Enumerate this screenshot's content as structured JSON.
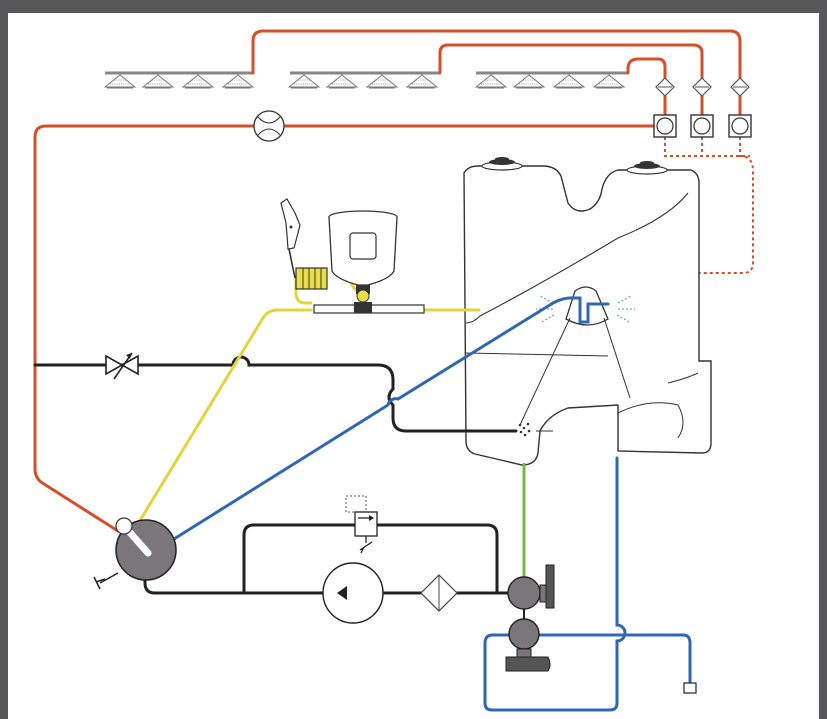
{
  "diagram": {
    "description_visible_text": "",
    "colors": {
      "frame_background": "#58585a",
      "canvas_background": "#ffffff",
      "pressure_line": "#d4502a",
      "return_line": "#222222",
      "chemical_line": "#e2d53c",
      "rinse_line": "#2f68b0",
      "bottom_valve_line": "#7ab648",
      "spray_mist": "#6fa8dc",
      "component_fill": "#7a7679",
      "additive_fill": "#e8df45"
    },
    "components": [
      {
        "id": "boom-section-1-nozzles",
        "icon": "nozzle-icon",
        "count": 4
      },
      {
        "id": "boom-section-2-nozzles",
        "icon": "nozzle-icon",
        "count": 4
      },
      {
        "id": "boom-section-3-nozzles",
        "icon": "nozzle-icon",
        "count": 4
      },
      {
        "id": "section-filters",
        "icon": "diamond-filter-icon",
        "count": 3
      },
      {
        "id": "section-valves",
        "icon": "section-valve-icon",
        "count": 3
      },
      {
        "id": "flow-meter",
        "icon": "flow-meter-icon"
      },
      {
        "id": "main-tank",
        "icon": "tank-icon"
      },
      {
        "id": "rinse-nozzle",
        "icon": "rinse-nozzle-icon"
      },
      {
        "id": "chemical-hopper",
        "icon": "hopper-icon"
      },
      {
        "id": "spray-gun",
        "icon": "spray-gun-icon"
      },
      {
        "id": "additive-canister",
        "icon": "canister-icon"
      },
      {
        "id": "agitator-valve",
        "icon": "globe-valve-icon"
      },
      {
        "id": "pressure-regulator",
        "icon": "regulator-icon"
      },
      {
        "id": "main-pump",
        "icon": "pump-icon"
      },
      {
        "id": "suction-filter",
        "icon": "diamond-filter-icon"
      },
      {
        "id": "relief-valve",
        "icon": "relief-valve-icon"
      },
      {
        "id": "suction-valve",
        "icon": "ball-valve-icon"
      },
      {
        "id": "drain-valve",
        "icon": "ball-valve-icon"
      },
      {
        "id": "clean-water-inlet",
        "icon": "inlet-icon"
      },
      {
        "id": "drain-outlet",
        "icon": "outlet-icon"
      }
    ]
  }
}
